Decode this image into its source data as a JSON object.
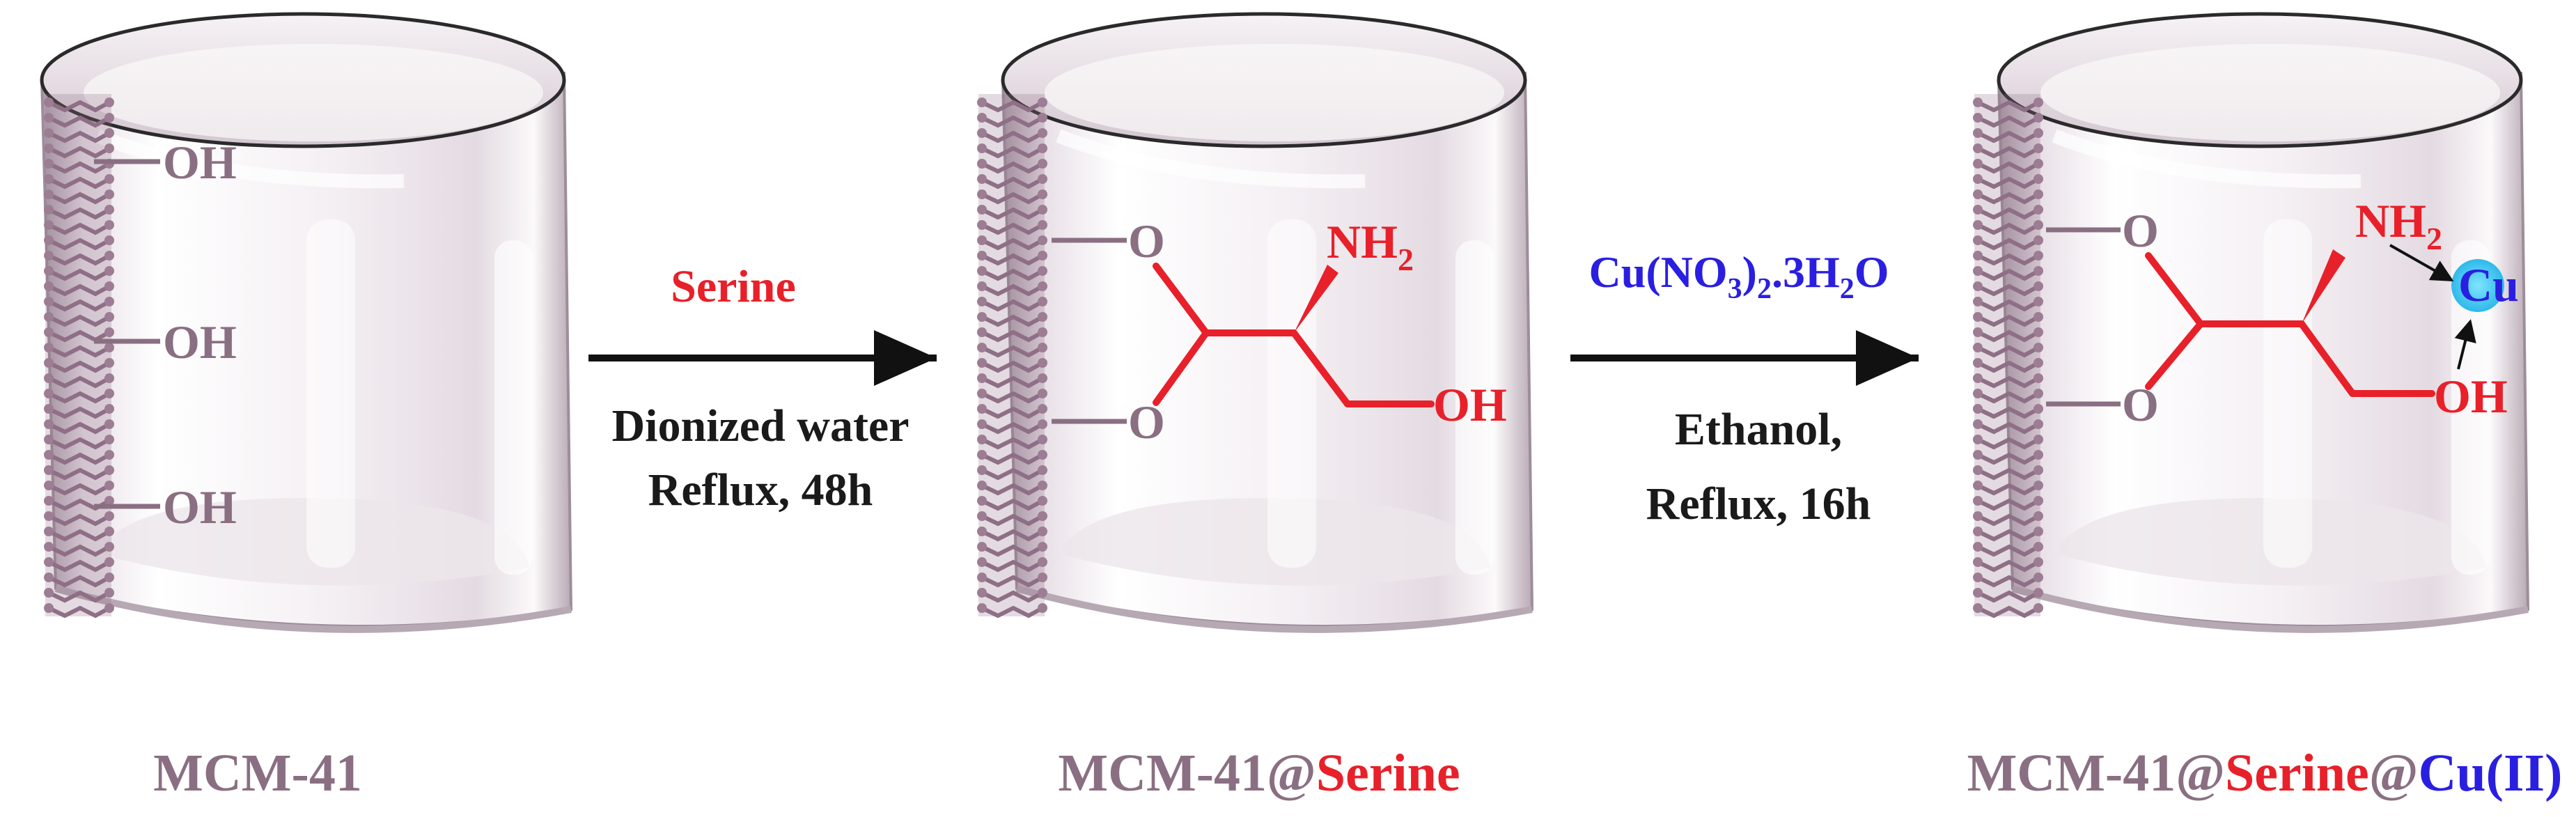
{
  "colors": {
    "mcm": "#8a6f82",
    "serine": "#e8202a",
    "copper": "#2a1fe0",
    "copper_glow": "#35c8f0",
    "black": "#1a1a1a"
  },
  "material1": {
    "groups": [
      "OH",
      "OH",
      "OH"
    ],
    "caption": "MCM-41"
  },
  "step1": {
    "reagent": "Serine",
    "line1": "Dionized water",
    "line2": "Reflux, 48h"
  },
  "material2": {
    "o_top": "O",
    "o_bottom": "O",
    "amine": "NH",
    "amine_sub": "2",
    "hydroxyl": "OH",
    "caption_a": "MCM-41@",
    "caption_b": "Serine"
  },
  "step2": {
    "reagent_a": "Cu(NO",
    "reagent_sub3": "3",
    "reagent_b": ")",
    "reagent_sub2": "2",
    "reagent_c": ".3H",
    "reagent_subh": "2",
    "reagent_d": "O",
    "line1": "Ethanol,",
    "line2": "Reflux, 16h"
  },
  "material3": {
    "o_top": "O",
    "o_bottom": "O",
    "amine": "NH",
    "amine_sub": "2",
    "hydroxyl": "OH",
    "metal": "Cu",
    "caption_a": "MCM-41@",
    "caption_b": "Serine",
    "caption_c": "@",
    "caption_d": "Cu(II)"
  }
}
